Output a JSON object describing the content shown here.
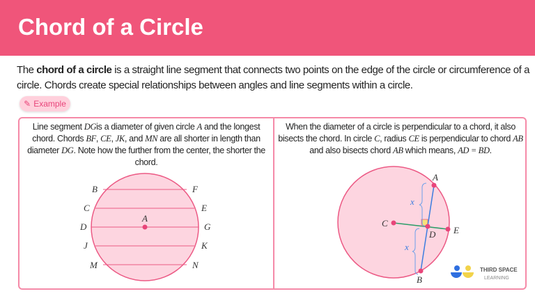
{
  "header": {
    "title": "Chord of a Circle"
  },
  "intro": {
    "pre": "The ",
    "bold": "chord of a circle",
    "post": " is a straight line segment that connects two points on the edge of the circle or circumference of a circle. Chords create special relationships between angles and line segments within a circle."
  },
  "badge": {
    "label": "Example",
    "icon": "pencil-icon"
  },
  "left": {
    "text": [
      "Line segment ",
      "DG",
      "is a diameter of given circle ",
      "A",
      " and the longest chord. Chords ",
      "BF",
      ", ",
      "CE",
      ", ",
      "JK",
      ", and ",
      "MN",
      " are all shorter in length than diameter ",
      "DG",
      ". Note how the further from the center, the shorter the chord."
    ],
    "labels": {
      "left": [
        "B",
        "C",
        "D",
        "J",
        "M"
      ],
      "right": [
        "F",
        "E",
        "G",
        "K",
        "N"
      ],
      "center": "A"
    }
  },
  "right": {
    "text": [
      "When the diameter of a circle is perpendicular to a chord, it also bisects the chord. In circle ",
      "C",
      ", radius ",
      "CE",
      " is perpendicular to chord ",
      "AB",
      " and also bisects chord ",
      "AB",
      " which means, ",
      "AD = BD",
      "."
    ],
    "labels": {
      "A": "A",
      "B": "B",
      "C": "C",
      "D": "D",
      "E": "E",
      "x": "x"
    }
  },
  "logo": {
    "line1": "THIRD SPACE",
    "line2": "LEARNING"
  },
  "colors": {
    "accent": "#f0557a",
    "circle_fill": "#fdd5e0",
    "chord_blue": "#3b7de0",
    "radius_green": "#2e9e6a"
  }
}
